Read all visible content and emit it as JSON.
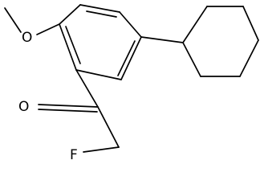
{
  "structure": {
    "atoms": {
      "methoxy_oxygen": "O",
      "carbonyl_oxygen": "O",
      "fluorine": "F"
    },
    "colors": {
      "bond": "#000000",
      "label": "#000000",
      "background": "#ffffff"
    }
  }
}
